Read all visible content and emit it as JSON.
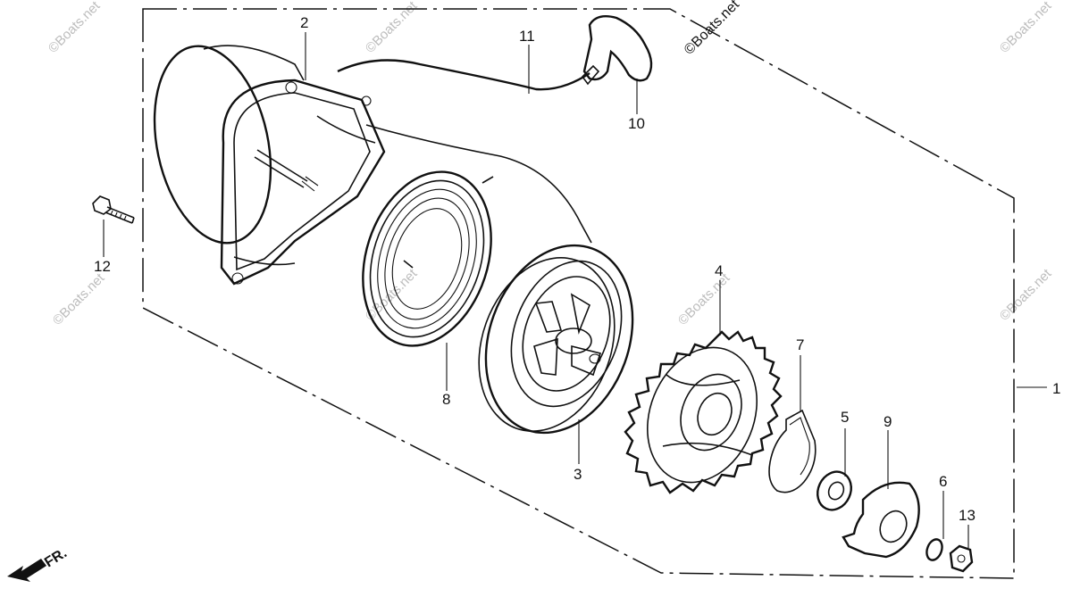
{
  "diagram": {
    "callouts": [
      {
        "id": "c1",
        "label": "1"
      },
      {
        "id": "c2",
        "label": "2"
      },
      {
        "id": "c3",
        "label": "3"
      },
      {
        "id": "c4",
        "label": "4"
      },
      {
        "id": "c5",
        "label": "5"
      },
      {
        "id": "c6",
        "label": "6"
      },
      {
        "id": "c7",
        "label": "7"
      },
      {
        "id": "c8",
        "label": "8"
      },
      {
        "id": "c9",
        "label": "9"
      },
      {
        "id": "c10",
        "label": "10"
      },
      {
        "id": "c11",
        "label": "11"
      },
      {
        "id": "c12",
        "label": "12"
      },
      {
        "id": "c13",
        "label": "13"
      }
    ],
    "direction_label": "FR.",
    "watermark": "©Boats.net",
    "watermark_top": "©Boats.net",
    "icons": {
      "direction": "arrow-icon"
    }
  }
}
